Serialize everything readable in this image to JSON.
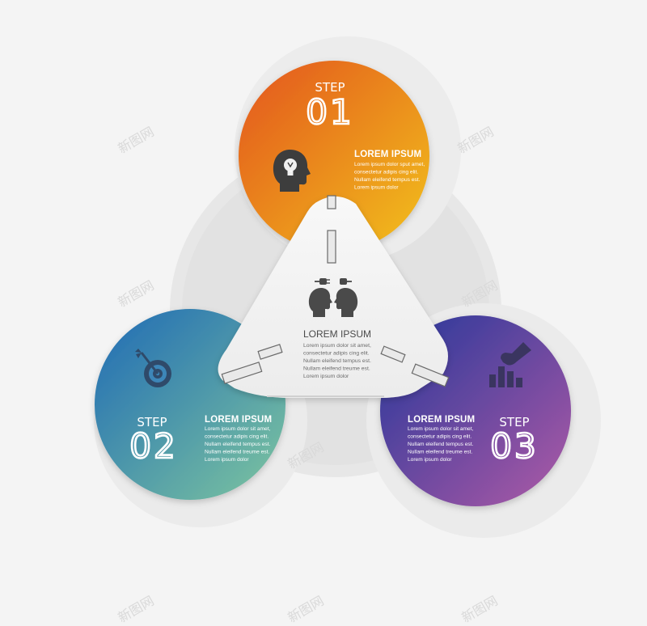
{
  "center": {
    "title": "LOREM IPSUM",
    "lines": [
      "Lorem ipsum dolor sit amet,",
      "consectetur adipis cing elit.",
      "Nullam eleifend tempus est.",
      "Nullam eleifend treume est.",
      "Lorem ipsum dolor"
    ],
    "icon": "people-plug-icon"
  },
  "steps": [
    {
      "label": "STEP",
      "number": "01",
      "title": "LOREM IPSUM",
      "lines": [
        "Lorem ipsum dolor sput amet,",
        "consectetur adipis cing elit.",
        "Nullam eleifend tempus est.",
        "Lorem ipsum dolor"
      ],
      "icon": "head-lightbulb-icon",
      "colors": [
        "#e35420",
        "#f2c21c"
      ]
    },
    {
      "label": "STEP",
      "number": "02",
      "title": "LOREM IPSUM",
      "lines": [
        "Lorem ipsum dolor sit amet,",
        "consectetur adipis cing elit.",
        "Nullam eleifend tempus est.",
        "Nullam eleifend treume est.",
        "Lorem ipsum dolor"
      ],
      "icon": "target-icon",
      "colors": [
        "#1e6ab5",
        "#7ec69f"
      ]
    },
    {
      "label": "STEP",
      "number": "03",
      "title": "LOREM IPSUM",
      "lines": [
        "Lorem ipsum dolor sit amet,",
        "consectetur adipis cing elit.",
        "Nullam eleifend tempus est.",
        "Nullam eleifend treume est.",
        "Lorem ipsum dolor"
      ],
      "icon": "hand-bar-chart-icon",
      "colors": [
        "#24379a",
        "#b05aa6"
      ]
    }
  ],
  "watermark": "新图网"
}
